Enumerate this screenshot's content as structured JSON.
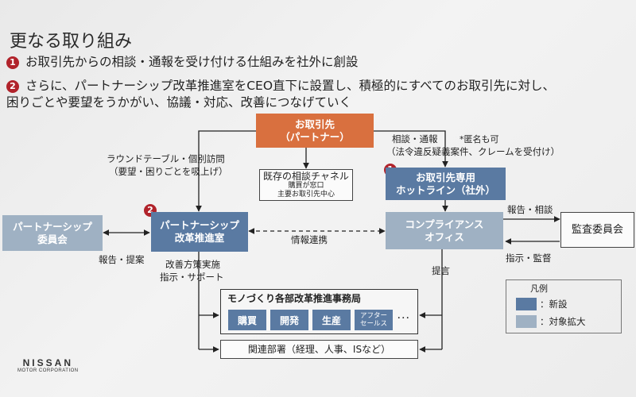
{
  "slide": {
    "title": "更なる取り組み",
    "bullets": [
      {
        "num": "1",
        "lines": [
          "お取引先からの相談・通報を受け付ける仕組みを社外に創設"
        ]
      },
      {
        "num": "2",
        "lines": [
          "さらに、パートナーシップ改革推進室をCEO直下に設置し、積極的にすべてのお取引先に対し、",
          "困りごとや要望をうかがい、協議・対応、改善につなげていく"
        ]
      }
    ]
  },
  "nodes": {
    "partner": {
      "line1": "お取引先",
      "line2": "（パートナー）"
    },
    "existing": {
      "title": "既存の相談チャネル",
      "sub1": "購買が窓口",
      "sub2": "主要お取引先中心"
    },
    "hotline": {
      "badge": "1",
      "line1": "お取引先専用",
      "line2": "ホットライン（社外）"
    },
    "committee": {
      "line1": "パートナーシップ",
      "line2": "委員会"
    },
    "office": {
      "badge": "2",
      "line1": "パートナーシップ",
      "line2": "改革推進室"
    },
    "compliance": {
      "line1": "コンプライアンス",
      "line2": "オフィス"
    },
    "audit": {
      "label": "監査委員会"
    },
    "monozukuri": {
      "title": "モノづくり各部改革推進事務局",
      "depts": [
        "購買",
        "開発",
        "生産",
        "アフター\nセールス"
      ],
      "ellipsis": "･･･"
    },
    "related": {
      "label": "関連部署（経理、人事、ISなど）"
    }
  },
  "labels": {
    "roundtable1": "ラウンドテーブル・個別訪問",
    "roundtable2": "（要望・困りごとを吸上げ）",
    "consult1": "相談・通報",
    "anonymous": "*匿名も可",
    "consult2": "（法令違反疑義案件、クレームを受付け）",
    "report_proposal": "報告・提案",
    "info_link": "情報連携",
    "report_consult": "報告・相談",
    "instruct_audit": "指示・監督",
    "improve1": "改善方策実施",
    "improve2": "指示・サポート",
    "advice": "提言"
  },
  "legend": {
    "title": "凡例",
    "items": [
      {
        "label": "：新設",
        "color": "#5a7aa2"
      },
      {
        "label": "：対象拡大",
        "color": "#9fb1c3"
      }
    ]
  },
  "logo": {
    "brand": "NISSAN",
    "sub": "MOTOR CORPORATION"
  }
}
